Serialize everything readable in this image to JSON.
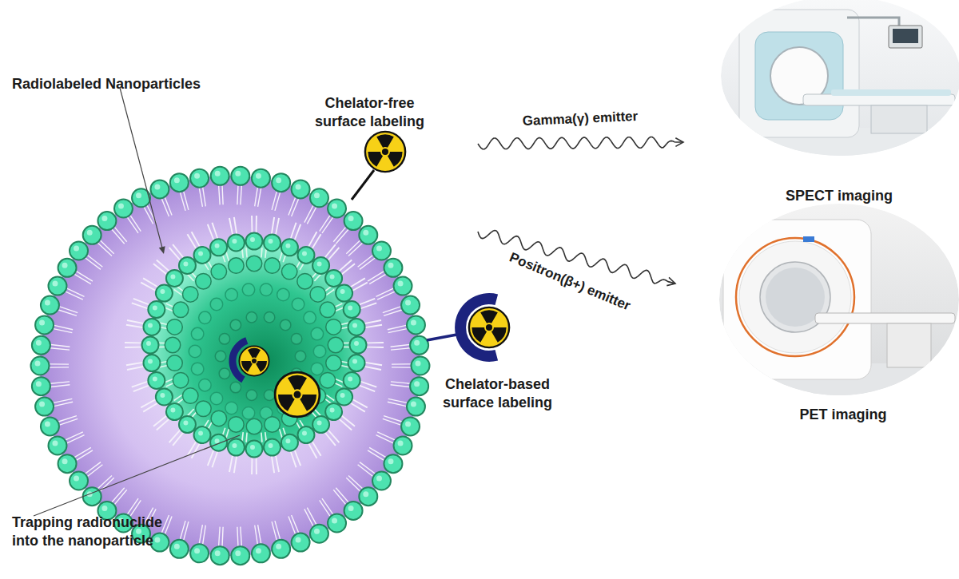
{
  "diagram": {
    "nodes": [
      {
        "text": [
          "Radiolabeled Nanoparticles"
        ]
      },
      {
        "text": [
          "SPECT imaging"
        ]
      },
      {
        "text": [
          "PET imaging"
        ]
      }
    ],
    "edges": [
      {
        "from": 0,
        "to": 1,
        "label": "Gamma(γ) emitter",
        "arrow": "to"
      },
      {
        "from": 0,
        "to": 2,
        "label": "Positron(β+) emitter",
        "arrow": "to"
      }
    ],
    "labels": [
      "Chelator-free surface labeling",
      "Chelator-based surface labeling",
      "Trapping radionuclide into the nanoparticle"
    ]
  }
}
